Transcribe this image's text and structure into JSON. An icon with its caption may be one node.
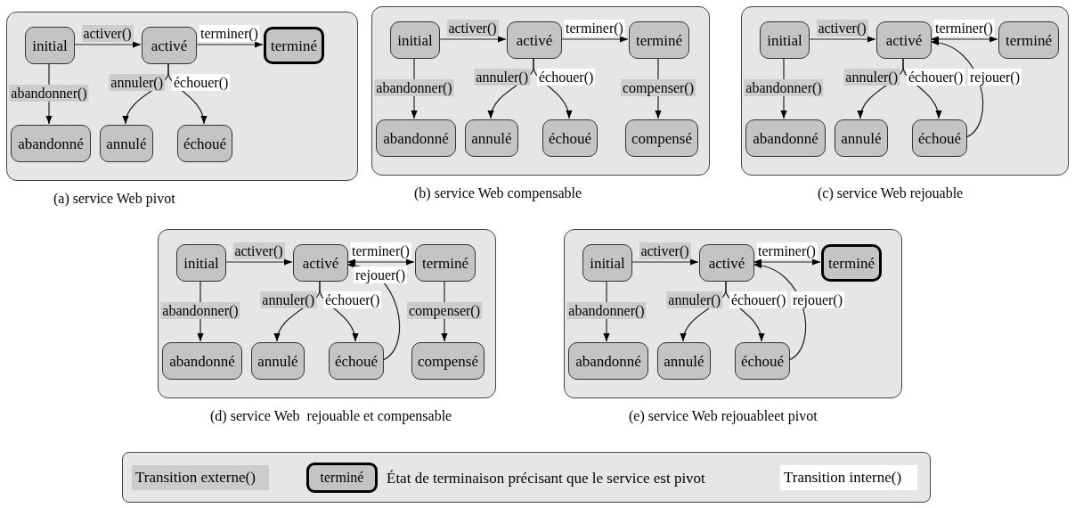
{
  "diagram": {
    "nodes": [
      {
        "text": [],
        "shape": "box"
      },
      {
        "text": [
          "initial"
        ],
        "in": 0
      },
      {
        "text": [
          "activé"
        ],
        "in": 0
      },
      {
        "text": [
          "terminé"
        ],
        "in": 0
      },
      {
        "text": [
          "abandonné"
        ],
        "in": 0
      },
      {
        "text": [
          "annulé"
        ],
        "in": 0
      },
      {
        "text": [
          "échoué"
        ],
        "in": 0
      },
      {
        "text": [],
        "shape": "box"
      },
      {
        "text": [
          "initial"
        ],
        "in": 7
      },
      {
        "text": [
          "activé"
        ],
        "in": 7
      },
      {
        "text": [
          "terminé"
        ],
        "in": 7
      },
      {
        "text": [
          "abandonné"
        ],
        "in": 7
      },
      {
        "text": [
          "annulé"
        ],
        "in": 7
      },
      {
        "text": [
          "échoué"
        ],
        "in": 7
      },
      {
        "text": [
          "compensé"
        ],
        "in": 7
      },
      {
        "text": [],
        "shape": "box"
      },
      {
        "text": [
          "initial"
        ],
        "in": 15
      },
      {
        "text": [
          "activé"
        ],
        "in": 15
      },
      {
        "text": [
          "terminé"
        ],
        "in": 15
      },
      {
        "text": [
          "abandonné"
        ],
        "in": 15
      },
      {
        "text": [
          "annulé"
        ],
        "in": 15
      },
      {
        "text": [
          "échoué"
        ],
        "in": 15
      },
      {
        "text": [],
        "shape": "box"
      },
      {
        "text": [
          "initial"
        ],
        "in": 22
      },
      {
        "text": [
          "activé"
        ],
        "in": 22
      },
      {
        "text": [
          "terminé"
        ],
        "in": 22
      },
      {
        "text": [
          "abandonné"
        ],
        "in": 22
      },
      {
        "text": [
          "annulé"
        ],
        "in": 22
      },
      {
        "text": [
          "échoué"
        ],
        "in": 22
      },
      {
        "text": [
          "compensé"
        ],
        "in": 22
      },
      {
        "text": [],
        "shape": "box"
      },
      {
        "text": [
          "initial"
        ],
        "in": 30
      },
      {
        "text": [
          "activé"
        ],
        "in": 30
      },
      {
        "text": [
          "terminé"
        ],
        "in": 30
      },
      {
        "text": [
          "abandonné"
        ],
        "in": 30
      },
      {
        "text": [
          "annulé"
        ],
        "in": 30
      },
      {
        "text": [
          "échoué"
        ],
        "in": 30
      }
    ],
    "edges": [
      {
        "from": 1,
        "to": 2,
        "arrow": "to",
        "label": "activer()"
      },
      {
        "from": 2,
        "to": 3,
        "arrow": "to",
        "label": "terminer()"
      },
      {
        "from": 1,
        "to": 4,
        "arrow": "to",
        "label": "abandonner()"
      },
      {
        "from": 2,
        "to": 5,
        "arrow": "to",
        "label": "annuler()"
      },
      {
        "from": 2,
        "to": 6,
        "arrow": "to",
        "label": "échouer()"
      },
      {
        "from": 8,
        "to": 9,
        "arrow": "to",
        "label": "activer()"
      },
      {
        "from": 9,
        "to": 10,
        "arrow": "to",
        "label": "terminer()"
      },
      {
        "from": 8,
        "to": 11,
        "arrow": "to",
        "label": "abandonner()"
      },
      {
        "from": 9,
        "to": 12,
        "arrow": "to",
        "label": "annuler()"
      },
      {
        "from": 9,
        "to": 13,
        "arrow": "to",
        "label": "échouer()"
      },
      {
        "from": 10,
        "to": 14,
        "arrow": "to",
        "label": "compenser()"
      },
      {
        "from": 16,
        "to": 17,
        "arrow": "to",
        "label": "activer()"
      },
      {
        "from": 17,
        "to": 18,
        "arrow": "both",
        "label": "terminer()"
      },
      {
        "from": 16,
        "to": 19,
        "arrow": "to",
        "label": "abandonner()"
      },
      {
        "from": 17,
        "to": 20,
        "arrow": "to",
        "label": "annuler()"
      },
      {
        "from": 17,
        "to": 21,
        "arrow": "to",
        "label": "échouer()"
      },
      {
        "from": 21,
        "to": 17,
        "arrow": "to",
        "label": "rejouer()"
      },
      {
        "from": 23,
        "to": 24,
        "arrow": "to",
        "label": "activer()"
      },
      {
        "from": 24,
        "to": 25,
        "arrow": "both",
        "label": "terminer()"
      },
      {
        "from": 23,
        "to": 26,
        "arrow": "to",
        "label": "abandonner()"
      },
      {
        "from": 24,
        "to": 27,
        "arrow": "to",
        "label": "annuler()"
      },
      {
        "from": 24,
        "to": 28,
        "arrow": "to",
        "label": "échouer()"
      },
      {
        "from": 28,
        "to": 24,
        "arrow": "to",
        "label": "rejouer()"
      },
      {
        "from": 25,
        "to": 29,
        "arrow": "to",
        "label": "compenser()"
      },
      {
        "from": 31,
        "to": 32,
        "arrow": "to",
        "label": "activer()"
      },
      {
        "from": 32,
        "to": 33,
        "arrow": "both",
        "label": "terminer()"
      },
      {
        "from": 31,
        "to": 34,
        "arrow": "to",
        "label": "abandonner()"
      },
      {
        "from": 32,
        "to": 35,
        "arrow": "to",
        "label": "annuler()"
      },
      {
        "from": 32,
        "to": 36,
        "arrow": "to",
        "label": "échouer()"
      },
      {
        "from": 36,
        "to": 32,
        "arrow": "to",
        "label": "rejouer()"
      }
    ],
    "labels": [
      "(a) service Web pivot",
      "(b) service Web compensable",
      "(c) service Web rejouable",
      "(d) service Web  rejouable et compensable",
      "(e) service Web rejouableet pivot",
      "terminé"
    ],
    "legend": [
      {
        "text": "Transition externe()",
        "color": "#cccccc"
      },
      {
        "text": "État de terminaison précisant que le service est pivot"
      },
      {
        "text": "Transition interne()",
        "color": "#ffffff"
      }
    ]
  }
}
